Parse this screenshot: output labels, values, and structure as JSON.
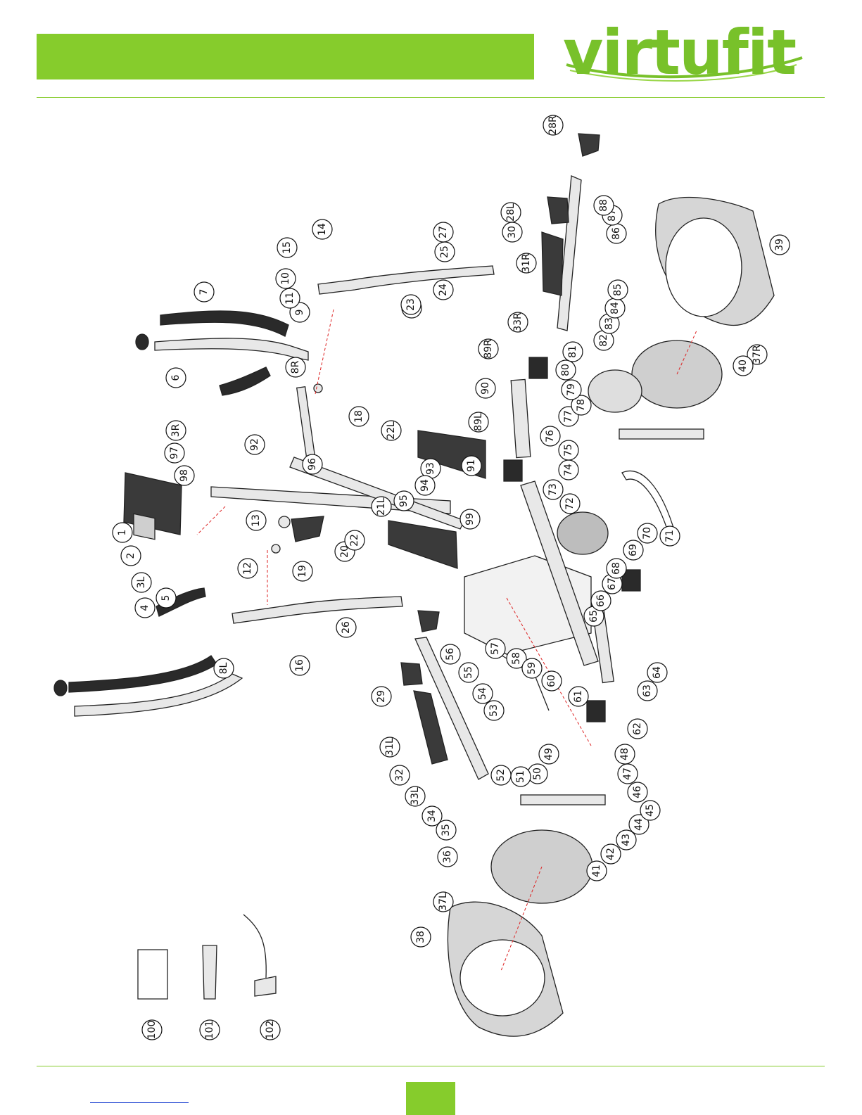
{
  "header": {
    "brand": "virtufit",
    "accent_color": "#86cc2c",
    "logo_color": "#78c12a"
  },
  "diagram": {
    "part_labels": [
      "1",
      "2",
      "3L",
      "3R",
      "4",
      "5",
      "6",
      "7",
      "8L",
      "8R",
      "9",
      "10",
      "11",
      "12",
      "13",
      "14",
      "15",
      "16",
      "17",
      "18",
      "19",
      "20",
      "21L",
      "22",
      "22L",
      "23",
      "24",
      "25",
      "26",
      "27",
      "28L",
      "28R",
      "29",
      "30",
      "31L",
      "31R",
      "32",
      "33L",
      "33R",
      "34",
      "35",
      "36",
      "37L",
      "37R",
      "38",
      "39",
      "40",
      "41",
      "42",
      "43",
      "44",
      "45",
      "46",
      "47",
      "48",
      "49",
      "50",
      "51",
      "52",
      "53",
      "54",
      "55",
      "56",
      "57",
      "58",
      "59",
      "60",
      "61",
      "62",
      "63",
      "64",
      "65",
      "66",
      "67",
      "68",
      "69",
      "70",
      "71",
      "72",
      "73",
      "74",
      "75",
      "76",
      "77",
      "78",
      "79",
      "80",
      "81",
      "82",
      "83",
      "84",
      "85",
      "86",
      "87",
      "88",
      "89L",
      "89R",
      "90",
      "91",
      "92",
      "93",
      "94",
      "95",
      "96",
      "97",
      "98",
      "99",
      "100",
      "101",
      "102"
    ]
  }
}
